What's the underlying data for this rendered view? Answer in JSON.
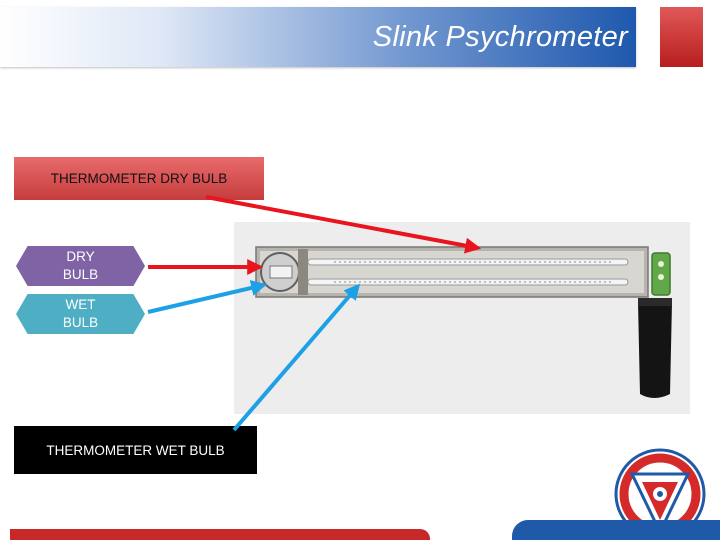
{
  "slide": {
    "title": "Slink Psychrometer"
  },
  "labels": {
    "thermometer_dry_bulb": "THERMOMETER DRY BULB",
    "dry_bulb": "DRY\nBULB",
    "wet_bulb": "WET\nBULB",
    "thermometer_wet_bulb": "THERMOMETER WET BULB"
  },
  "colors": {
    "title_bar": "#1e58ad",
    "dry_box": "#c63c3c",
    "dry_hex": "#7f63a5",
    "wet_hex": "#4eafc4",
    "red_arrow": "#e8141e",
    "blue_arrow": "#1ea0e6",
    "footer_red": "#c82828",
    "footer_blue": "#1f5aa8"
  },
  "icons": {
    "photo": "sling-psychrometer-photo",
    "logo": "organization-seal-logo"
  }
}
